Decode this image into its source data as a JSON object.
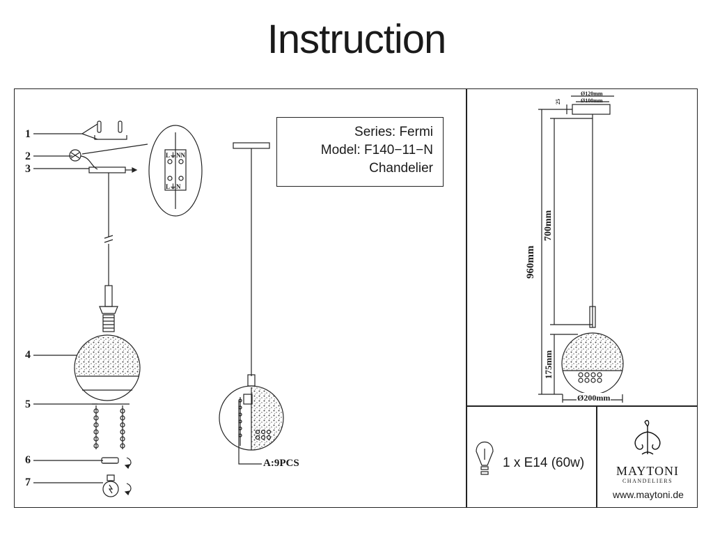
{
  "page_title": "Instruction",
  "info": {
    "series": "Series: Fermi",
    "model": "Model: F140−11−N",
    "type": "Chandelier"
  },
  "parts": [
    "1",
    "2",
    "3",
    "4",
    "5",
    "6",
    "7"
  ],
  "callout": "A:9PCS",
  "wiring_labels": {
    "top": "L⏚NN",
    "bottom": "L⏚N"
  },
  "dimensions": {
    "canopy_outer": "Ø120mm",
    "canopy_inner": "Ø100mm",
    "canopy_height": "25",
    "total_height": "960mm",
    "cable_length": "700mm",
    "shade_height": "175mm",
    "shade_diameter": "Ø200mm"
  },
  "bulb_spec": "1 x E14 (60w)",
  "brand": {
    "name": "MAYTONI",
    "tagline": "CHANDELIERS",
    "website": "www.maytoni.de"
  }
}
